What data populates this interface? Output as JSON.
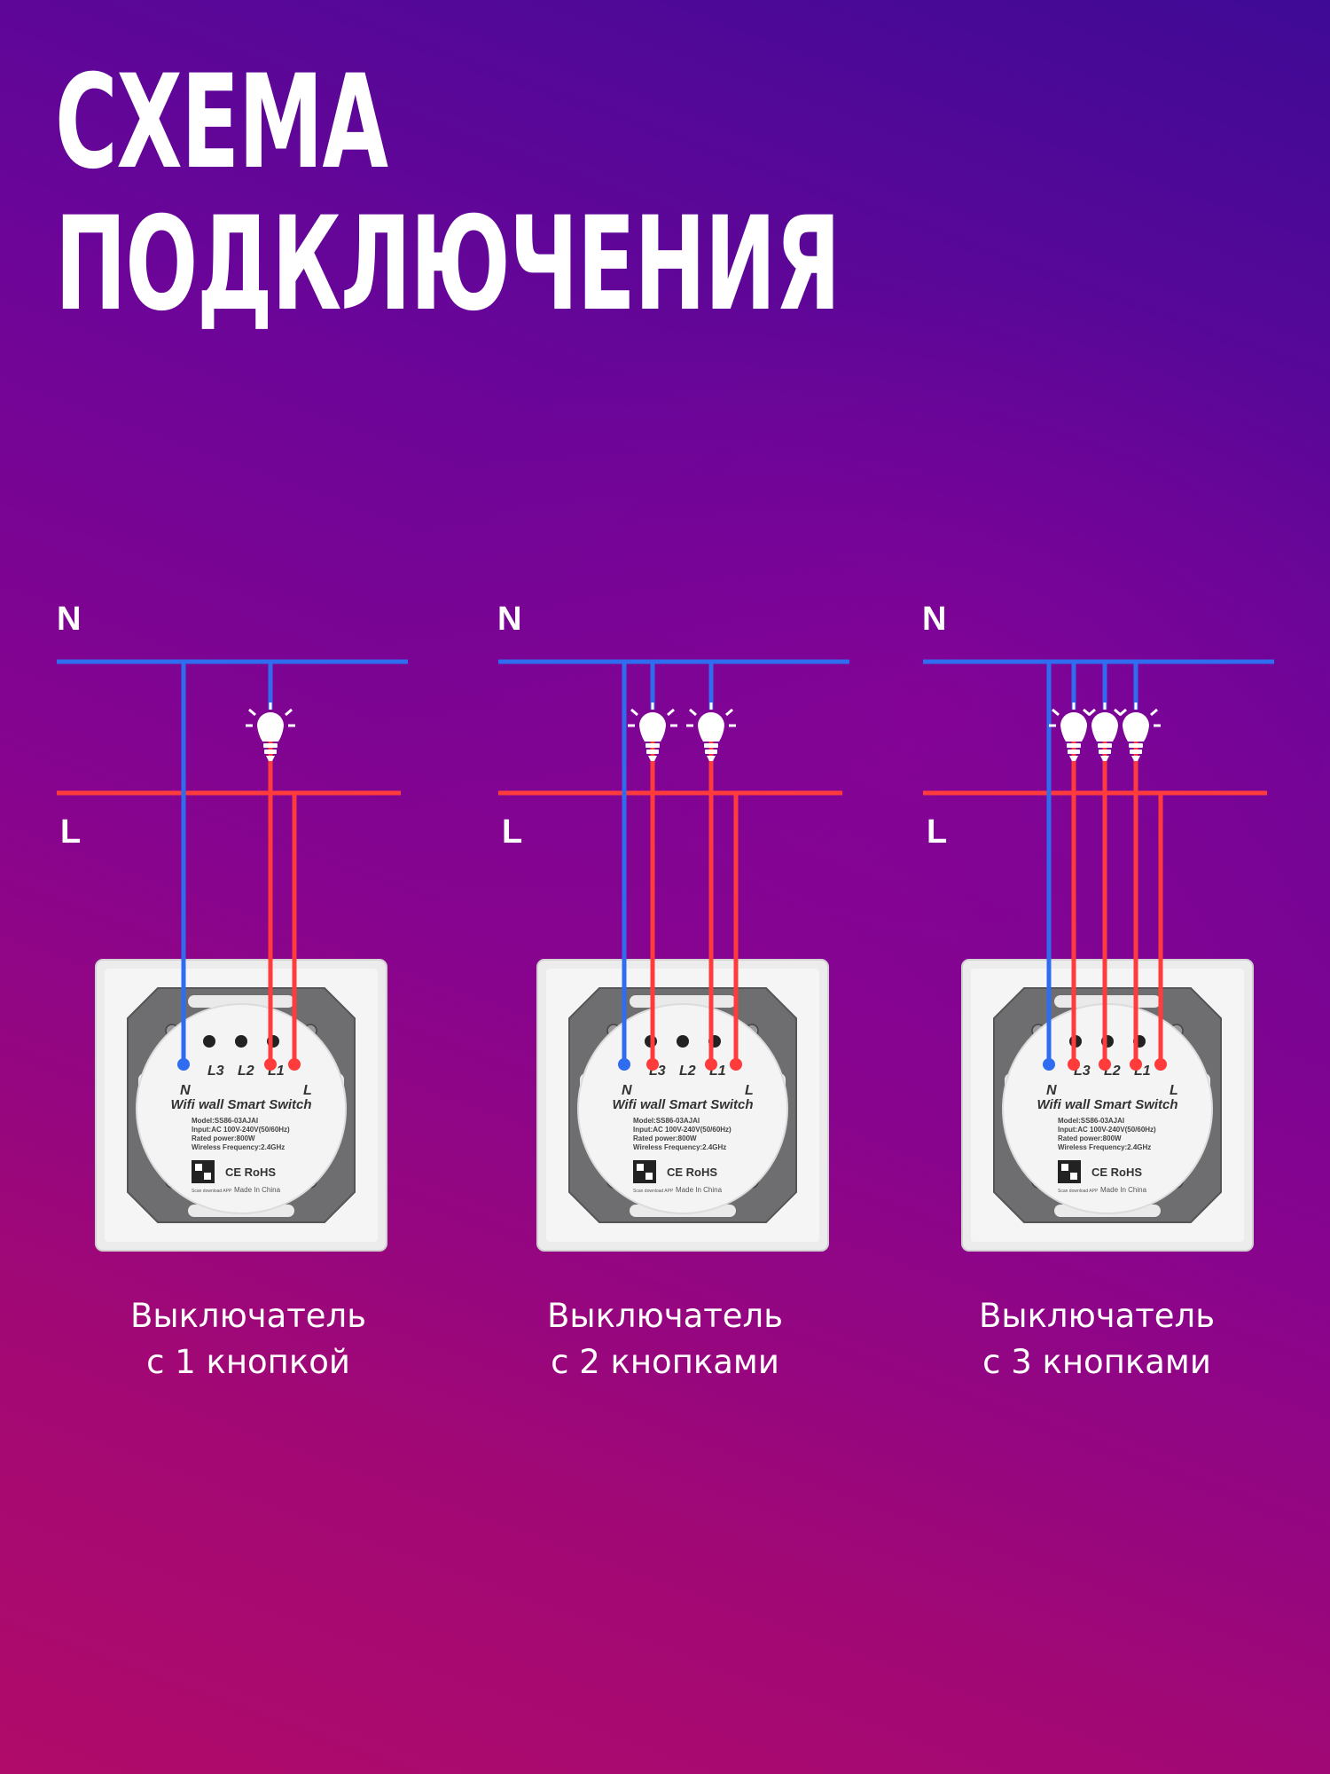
{
  "title": {
    "line1": "СХЕМА",
    "line2": "ПОДКЛЮЧЕНИЯ"
  },
  "colors": {
    "neutral": "#2f6cf0",
    "line": "#ff3b3b",
    "panel_frame": "#ececec",
    "module": "#6e6e70"
  },
  "line_labels": {
    "neutral": "N",
    "live": "L"
  },
  "device": {
    "terminals": [
      "N",
      "L3",
      "L2",
      "L1",
      "L"
    ],
    "name": "Wifi wall Smart Switch",
    "specs": [
      "Model:SS86-03AJAI",
      "Input:AC 100V-240V(50/60Hz)",
      "Rated power:800W",
      "Wireless Frequency:2.4GHz"
    ],
    "certs": "CE RoHS",
    "made_in": "Made In China",
    "app_note": "Scan download APP"
  },
  "diagrams": [
    {
      "caption_line1": "Выключатель",
      "caption_line2": "с 1 кнопкой",
      "buttons": 1
    },
    {
      "caption_line1": "Выключатель",
      "caption_line2": "с 2 кнопками",
      "buttons": 2
    },
    {
      "caption_line1": "Выключатель",
      "caption_line2": "с 3 кнопками",
      "buttons": 3
    }
  ]
}
